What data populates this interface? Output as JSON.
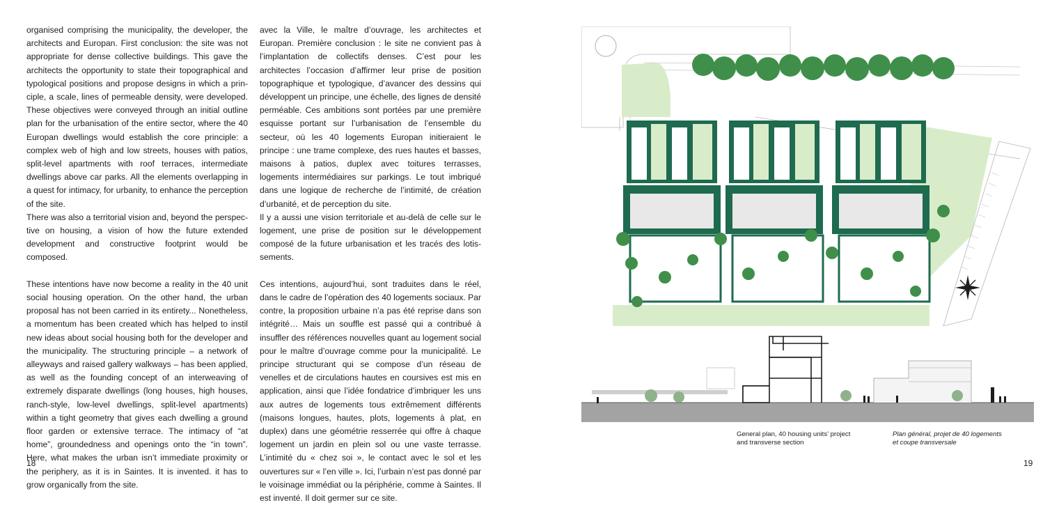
{
  "left_page": {
    "page_number": "18",
    "english_column": [
      "organised comprising the municipality, the developer, the architects and Europan. First conclusion: the site was not appropriate for dense collective buildings. This gave the architects the opportunity to state their topographical and typological positions and propose designs in which a prin­ciple, a scale, lines of permeable density, were developed. These objectives were conveyed through an initial outline plan for the urbanisation of the entire sector, where the 40 Europan dwellings would establish the core principle: a complex web of high and low streets, houses with patios, split-level apartments with roof terraces, intermediate dwellings above car parks. All the elements overlapping in a quest for intimacy, for urbanity, to enhance the percep­tion of the site.",
      "There was also a territorial vision and, beyond the perspec­tive on housing, a vision of how the future extended develop­ment and constructive footprint would be composed.",
      "These intentions have now become a reality in the 40 unit social housing operation. On the other hand, the urban proposal has not been carried in its entirety... Nonetheless, a momentum has been created which has helped to instil new ideas about social housing both for the developer and the municipality. The structuring principle – a network of alleyways and raised gallery walkways – has been applied, as well as the founding concept of an interweaving of extremely disparate dwellings (long houses, high houses, ranch-style, low-level dwellings, split-level apartments) within a tight geometry that gives each dwelling a ground floor garden or extensive terrace. The intimacy of “at home”, groundedness and openings onto the “in town”. Here, what makes the urban isn’t immediate proximity or the periphery, as it is in Saintes. It is invented. it has to grow organically from the site."
    ],
    "french_column": [
      "avec la Ville, le maître d’ouvrage, les architectes et Europan. Première conclusion : le site ne convient pas à l’implantation de collectifs denses. C’est pour les architectes l’occasion d’affirmer leur prise de position topographique et typologi­que, d’avancer des dessins qui développent un principe, une échelle, des lignes de densité perméable. Ces ambitions sont portées par une première esquisse portant sur l’ur­banisation de l’ensemble du secteur, où les 40 logements Europan initieraient le principe : une trame complexe, des rues hautes et basses, maisons à patios, duplex avec toi­tures terrasses, logements intermédiaires sur parkings. Le tout imbriqué dans une logique de recherche de l’intimité, de création d’urbanité, et de perception du site.",
      "Il y a aussi une vision territoriale et au-delà de celle sur le logement, une prise de position sur le développement composé de la future urbanisation et les tracés des lotis­sements.",
      "Ces intentions, aujourd’hui, sont traduites dans le réel, dans le cadre de l’opération des 40 logements sociaux. Par contre, la proposition urbaine n’a pas été reprise dans son intégri­té… Mais un souffle est passé qui a contribué à insuffler des références nouvelles quant au logement social pour le maître d’ouvrage comme pour la municipalité. Le principe structu­rant qui se compose d’un réseau de venelles et de circula­tions hautes en coursives est mis en application, ainsi que l’idée fondatrice d’imbriquer les uns aux autres de logements tous extrêmement différents (maisons longues, hautes, plots, logements à plat, en duplex) dans une géométrie resserrée qui offre à chaque logement un jardin en plein sol ou une vaste terrasse. L’intimité du « chez soi », le contact avec le sol et les ouvertures sur « l’en ville ». Ici, l’urbain n’est pas donné par le voisinage immédiat ou la périphérie, comme à Saintes. Il est inventé. Il doit germer sur ce site."
    ]
  },
  "right_page": {
    "page_number": "19",
    "figure_icons": [
      "site-plan-drawing",
      "compass-rose-icon",
      "section-drawing"
    ],
    "caption_en": [
      "General plan, 40 housing units’ project",
      "and transverse section"
    ],
    "caption_fr": [
      "Plan général, projet de 40 logements",
      "et coupe transversale"
    ]
  },
  "colors": {
    "building_green": "#1e6b4f",
    "tree_green": "#3f8f4a",
    "lawn_green": "#d8ecc9",
    "ground_grey": "#a3a3a3",
    "text": "#1d1d1b"
  }
}
